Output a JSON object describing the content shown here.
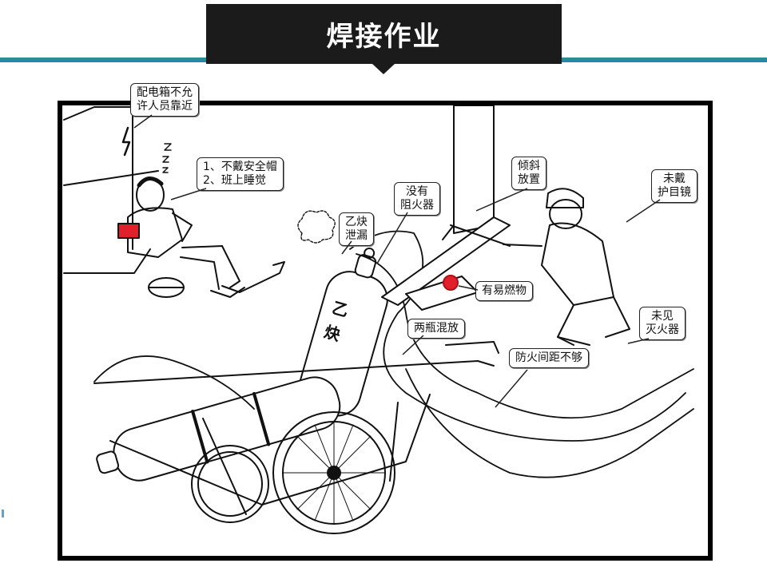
{
  "title": "焊接作业",
  "callouts": {
    "distribution_box": [
      "配电箱不允",
      "许人员靠近"
    ],
    "no_helmet_sleeping": [
      "1、不戴安全帽",
      "2、班上睡觉"
    ],
    "no_flashback_arrestor": [
      "没有",
      "阻火器"
    ],
    "tilted_placement": [
      "倾斜",
      "放置"
    ],
    "no_goggles": [
      "未戴",
      "护目镜"
    ],
    "acetylene_leak": [
      "乙炔",
      "泄漏"
    ],
    "flammables": [
      "有易燃物"
    ],
    "two_bottles_mixed": [
      "两瓶混放"
    ],
    "no_extinguisher": [
      "未见",
      "灭火器"
    ],
    "fire_distance": [
      "防火间距不够"
    ]
  },
  "cylinder_labels": {
    "acetylene": "乙炔"
  },
  "colors": {
    "header_bg": "#1b1b1b",
    "accent_line": "#2a8f8c",
    "accent_blue": "#2a7fc0",
    "armband_red": "#e0202a"
  }
}
